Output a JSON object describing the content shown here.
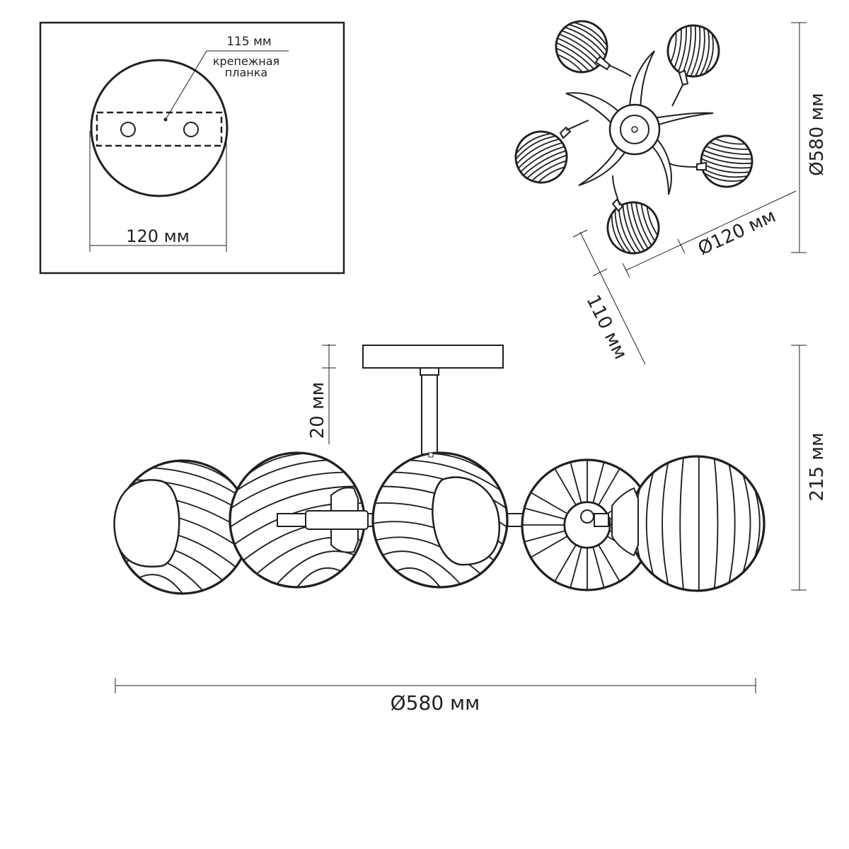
{
  "inset": {
    "plate_size_label": "115 мм",
    "plate_name_line1": "крепежная",
    "plate_name_line2": "планка",
    "canopy_width_label": "120 мм"
  },
  "top_view": {
    "diameter_label": "Ø580 мм",
    "canopy_diameter_label": "Ø120 мм",
    "depth_label": "110 мм"
  },
  "side_view": {
    "rod_offset_label": "20 мм",
    "height_label": "215 мм",
    "width_label": "Ø580 мм"
  },
  "colors": {
    "line": "#231f20",
    "background": "#ffffff"
  }
}
